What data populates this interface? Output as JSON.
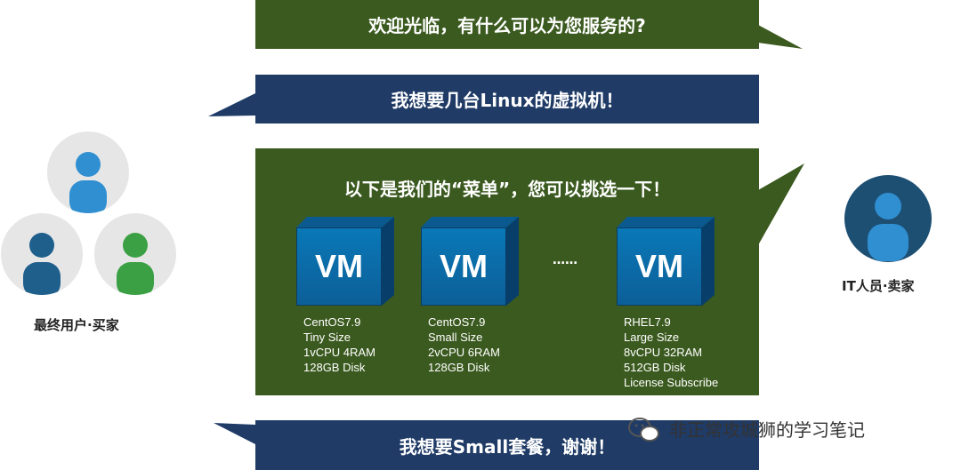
{
  "messages": {
    "greeting": "欢迎光临，有什么可以为您服务的?",
    "request": "我想要几台Linux的虚拟机！",
    "menu_intro": "以下是我们的“菜单”，您可以挑选一下！",
    "choice": "我想要Small套餐，谢谢！"
  },
  "menu": {
    "ellipsis": "……",
    "items": [
      {
        "icon_text": "VM",
        "lines": [
          "CentOS7.9",
          "Tiny Size",
          "1vCPU 4RAM",
          "128GB Disk"
        ]
      },
      {
        "icon_text": "VM",
        "lines": [
          "CentOS7.9",
          "Small Size",
          "2vCPU 6RAM",
          "128GB Disk"
        ]
      },
      {
        "icon_text": "VM",
        "lines": [
          "RHEL7.9",
          "Large Size",
          "8vCPU 32RAM",
          "512GB Disk",
          "License Subscribe"
        ]
      }
    ]
  },
  "actors": {
    "buyer_label": "最终用户·买家",
    "seller_label": "IT人员·卖家"
  },
  "watermark": "非正常攻城狮的学习笔记",
  "colors": {
    "green_bubble": "#3b5a1f",
    "navy_bubble": "#1f3b66",
    "vm_blue": "#0a78b7",
    "avatar_blue": "#2f8fd1",
    "avatar_dark": "#1e5f8c",
    "avatar_green": "#3aa043",
    "avatar_bg": "#e6e6e6",
    "seller_bg": "#1d4f73"
  },
  "icons": [
    "user-avatar-icon",
    "wechat-icon",
    "vm-cube-icon"
  ]
}
